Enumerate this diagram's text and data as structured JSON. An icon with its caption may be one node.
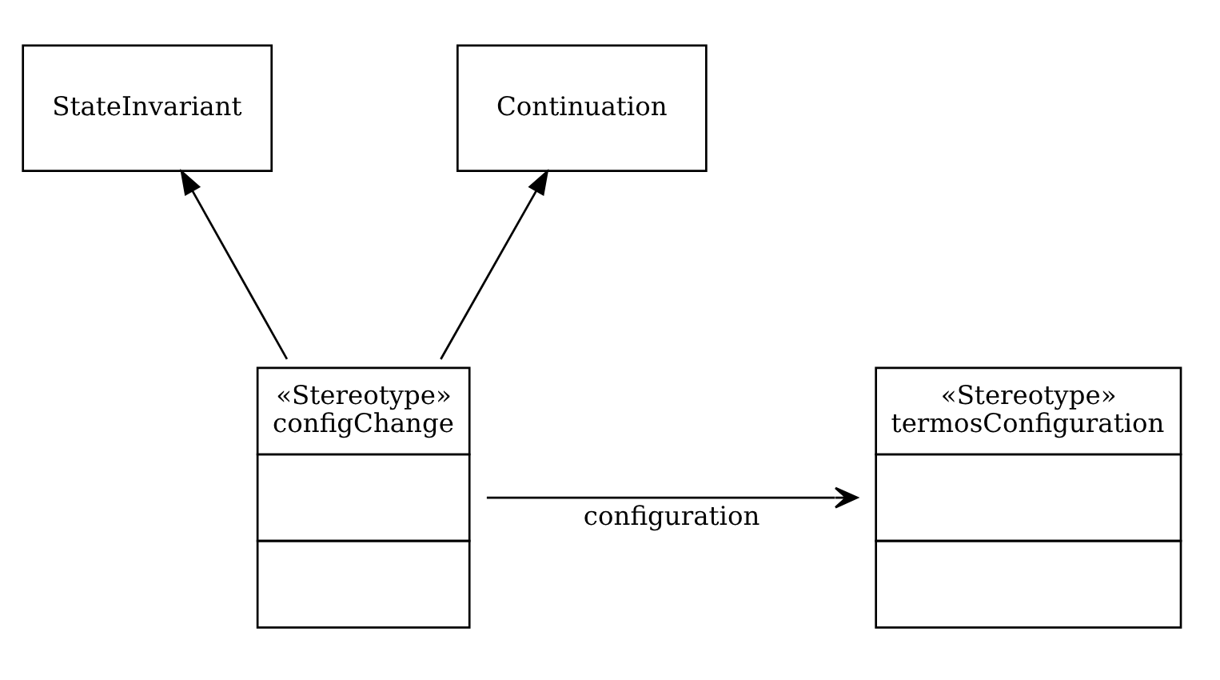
{
  "diagram": {
    "nodes": [
      {
        "text": [
          "StateInvariant"
        ]
      },
      {
        "text": [
          "Continuation"
        ]
      },
      {
        "text": [
          "«Stereotype»",
          "configChange"
        ]
      },
      {
        "text": [
          "«Stereotype»",
          "termosConfiguration"
        ]
      }
    ],
    "edges": [
      {
        "from": 2,
        "to": 0,
        "arrow": "to"
      },
      {
        "from": 2,
        "to": 1,
        "arrow": "to"
      },
      {
        "from": 2,
        "to": 3,
        "arrow": "to",
        "label": "configuration"
      }
    ]
  }
}
